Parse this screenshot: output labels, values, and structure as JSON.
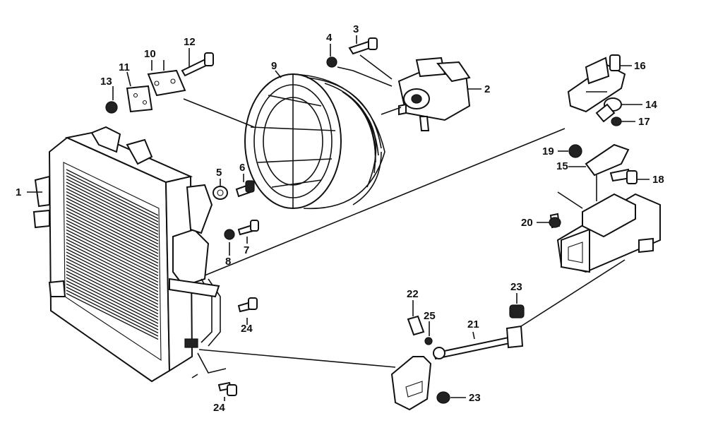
{
  "callouts": {
    "c1": "1",
    "c2": "2",
    "c3": "3",
    "c4": "4",
    "c5": "5",
    "c6": "6",
    "c7": "7",
    "c8": "8",
    "c9": "9",
    "c10": "10",
    "c11": "11",
    "c12": "12",
    "c13": "13",
    "c14": "14",
    "c15": "15",
    "c16": "16",
    "c17": "17",
    "c18": "18",
    "c19": "19",
    "c20": "20",
    "c21": "21",
    "c22": "22",
    "c23a": "23",
    "c23b": "23",
    "c24a": "24",
    "c24b": "24",
    "c25": "25"
  }
}
